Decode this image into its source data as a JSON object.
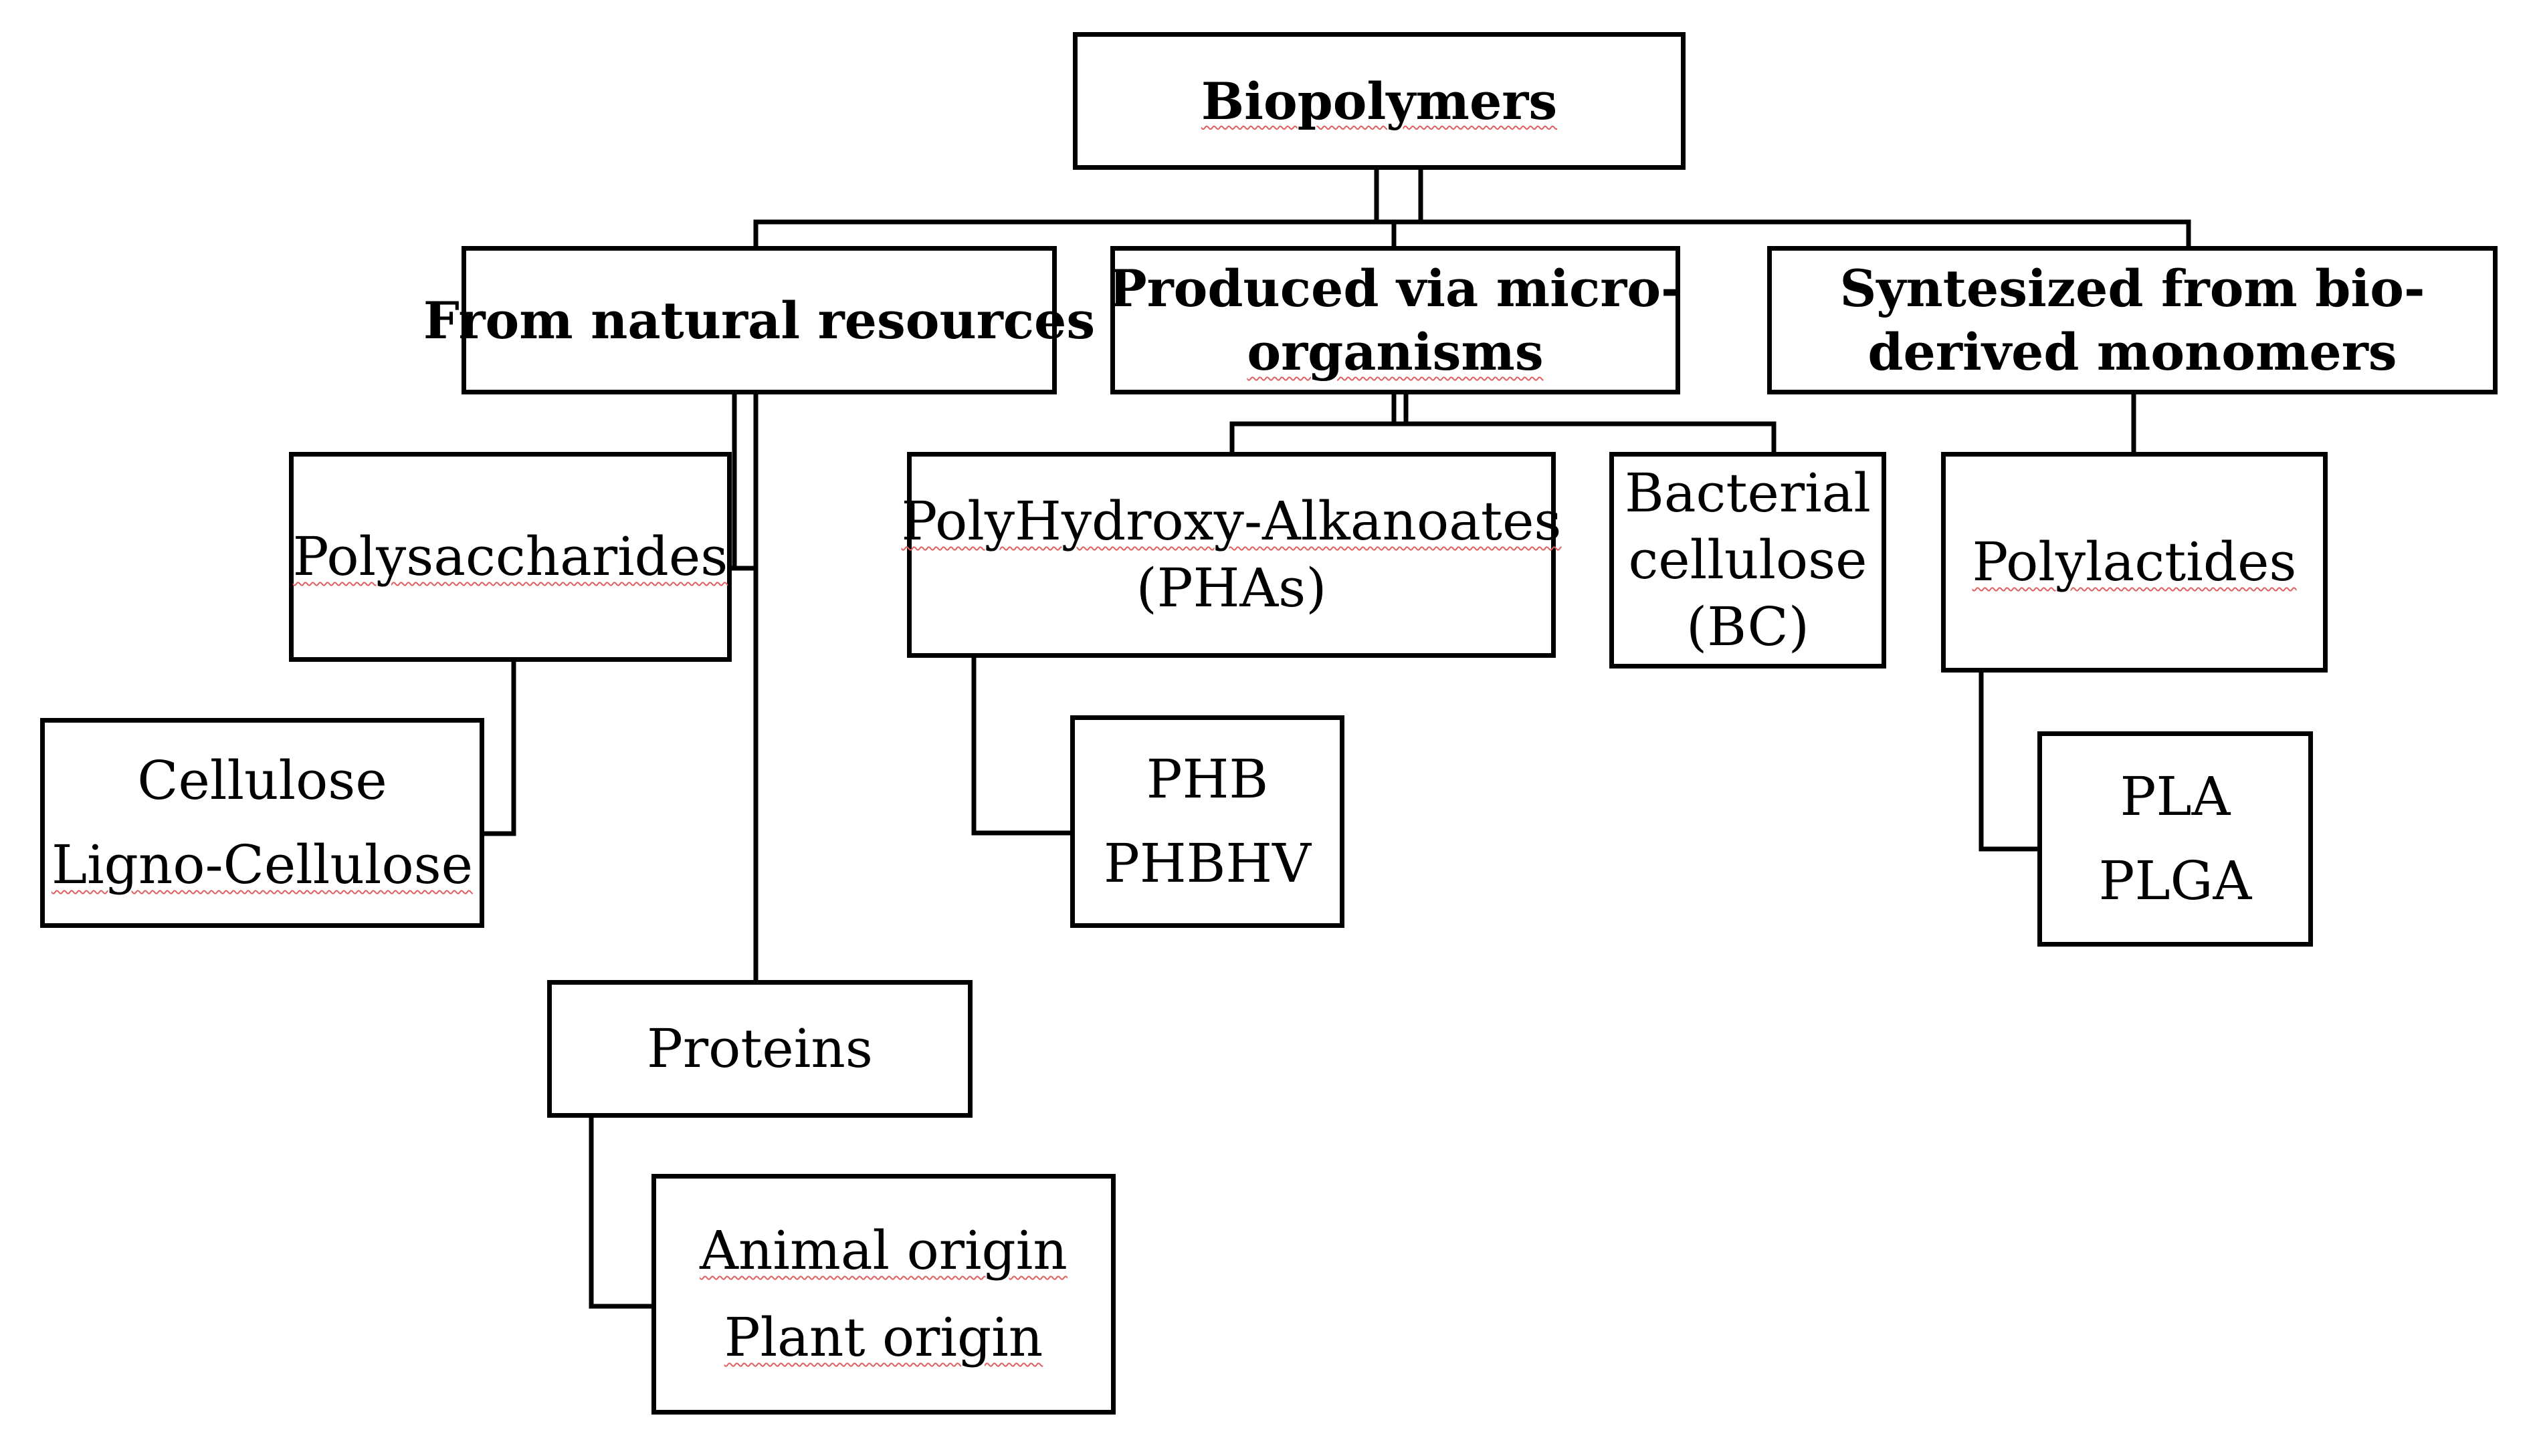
{
  "root": {
    "label": "Biopolymers"
  },
  "branches": {
    "natural": {
      "label": "From natural resources"
    },
    "micro": {
      "line1": "Produced via micro-",
      "line2": "organisms"
    },
    "synth": {
      "line1": "Syntesized from bio-",
      "line2": "derived monomers"
    }
  },
  "nodes": {
    "polysaccharides": {
      "label": "Polysaccharides"
    },
    "cellulose_group": {
      "line1": "Cellulose",
      "line2": "Ligno-Cellulose"
    },
    "proteins": {
      "label": "Proteins"
    },
    "protein_origin": {
      "line1": "Animal origin",
      "line2": "Plant origin"
    },
    "phas": {
      "line1": "PolyHydroxy-Alkanoates",
      "line2": "(PHAs)"
    },
    "pha_types": {
      "line1": "PHB",
      "line2": "PHBHV"
    },
    "bacterial_cellulose": {
      "line1": "Bacterial",
      "line2": "cellulose",
      "line3": "(BC)"
    },
    "polylactides": {
      "label": "Polylactides"
    },
    "pla_types": {
      "line1": "PLA",
      "line2": "PLGA"
    }
  }
}
